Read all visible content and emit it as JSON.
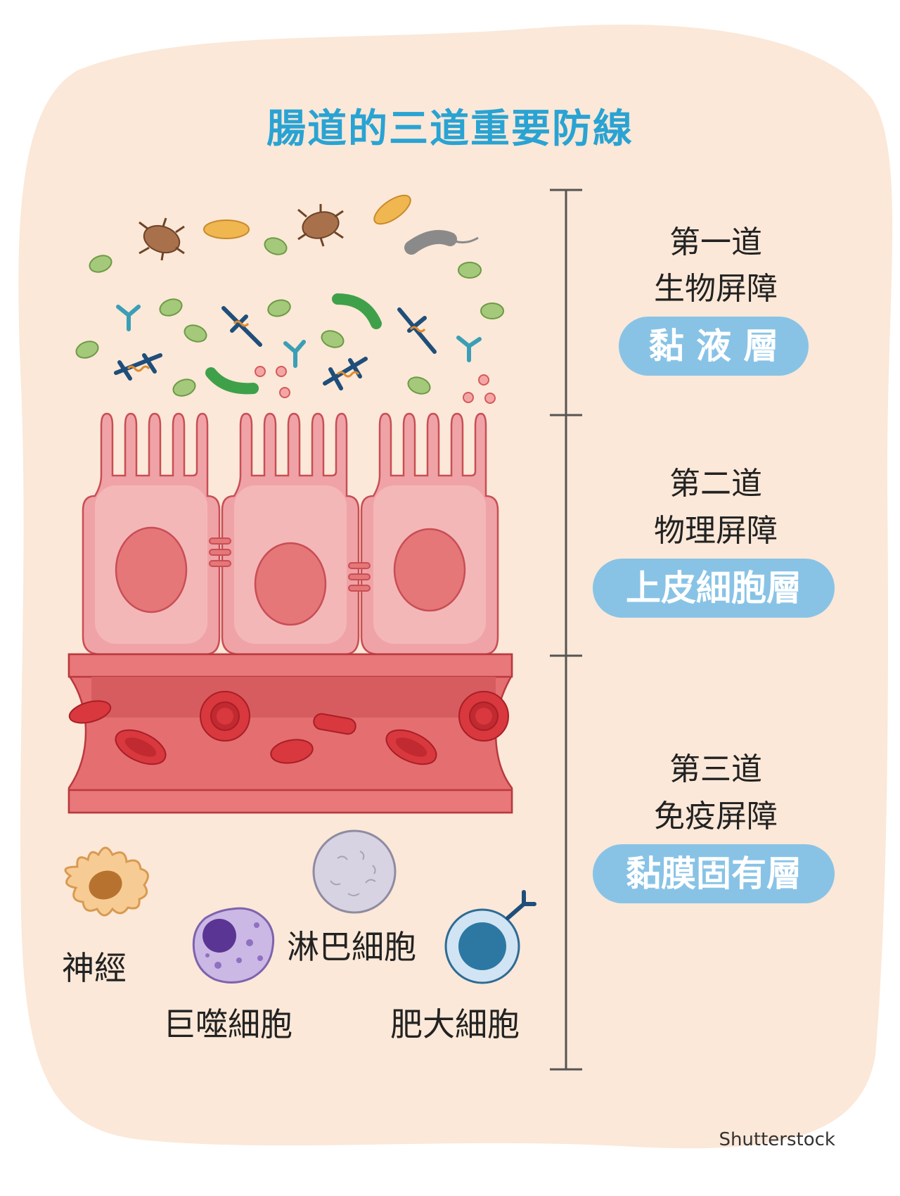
{
  "title": "腸道的三道重要防線",
  "levels": [
    {
      "line": "第一道",
      "type": "生物屏障",
      "layer": "黏 液 層"
    },
    {
      "line": "第二道",
      "type": "物理屏障",
      "layer": "上皮細胞層"
    },
    {
      "line": "第三道",
      "type": "免疫屏障",
      "layer": "黏膜固有層"
    }
  ],
  "cells": {
    "nerve": "神經",
    "macrophage": "巨噬細胞",
    "lymphocyte": "淋巴細胞",
    "mast": "肥大細胞"
  },
  "credit": "Shutterstock",
  "colors": {
    "background": "#fbe8d8",
    "title": "#29a3d3",
    "pill": "#88c3e6",
    "epithelium": "#f0a3a6",
    "blood_vessel": "#e46e70",
    "red_blood_cell": "#d8383e"
  }
}
